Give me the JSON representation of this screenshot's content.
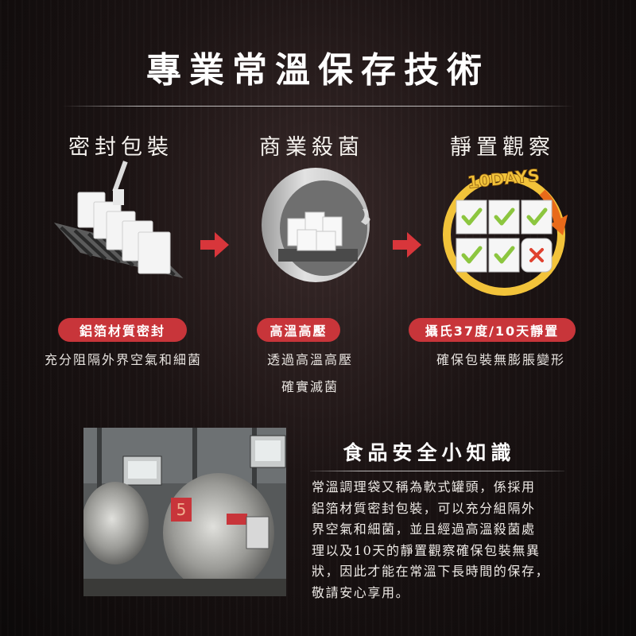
{
  "header": {
    "title": "專業常溫保存技術"
  },
  "steps": [
    {
      "title": "密封包裝",
      "tag": "鋁箔材質密封",
      "desc_lines": [
        "充分阻隔外界空氣和細菌"
      ]
    },
    {
      "title": "商業殺菌",
      "tag": "高溫高壓",
      "desc_lines": [
        "透過高溫高壓",
        "確實滅菌"
      ]
    },
    {
      "title": "靜置觀察",
      "tag": "攝氏37度/10天靜置",
      "desc_lines": [
        "確保包裝無膨脹變形"
      ],
      "badge": "10DAYS"
    }
  ],
  "photo": {
    "machine_number": "5"
  },
  "knowledge": {
    "title": "食品安全小知識",
    "lines": [
      "常溫調理袋又稱為軟式罐頭，係採用",
      "鋁箔材質密封包裝，可以充分組隔外",
      "界空氣和細菌，並且經過高溫殺菌處",
      "理以及10天的靜置觀察確保包裝無異",
      "狀，因此才能在常溫下長時間的保存，",
      "敬請安心享用。"
    ]
  },
  "colors": {
    "accent_red": "#c8353a",
    "check_green": "#8cc63f",
    "badge_yellow": "#f2c33a",
    "arrow_orange": "#e86a1a"
  },
  "icons": [
    "packing-line-icon",
    "sterilizer-drum-icon",
    "inspection-grid-icon",
    "right-arrow-icon",
    "check-icon",
    "cross-icon"
  ]
}
